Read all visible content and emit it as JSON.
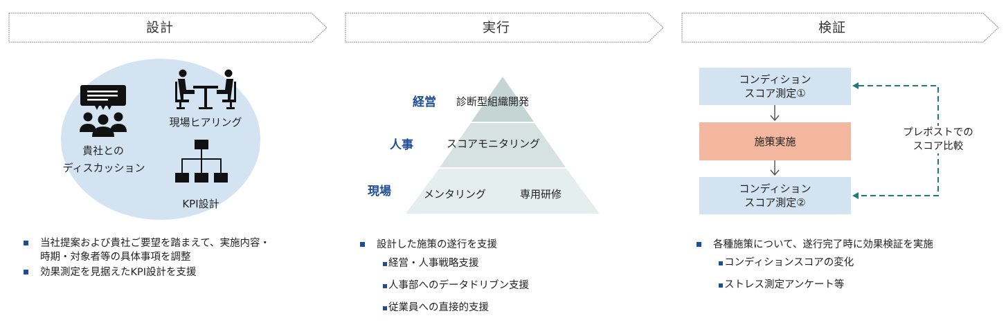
{
  "phases": [
    {
      "label": "設計"
    },
    {
      "label": "実行"
    },
    {
      "label": "検証"
    }
  ],
  "design": {
    "icons": {
      "discussion": {
        "icon": "discussion-group-icon",
        "label_line1": "貴社との",
        "label_line2": "ディスカッション"
      },
      "hearing": {
        "icon": "interview-meeting-icon",
        "label": "現場ヒアリング"
      },
      "kpi": {
        "icon": "org-chart-icon",
        "label": "KPI設計"
      }
    },
    "bullets": [
      {
        "line1": "当社提案および貴社ご要望を踏まえて、実施内容・",
        "line2": "時期・対象者等の具体事項を調整"
      },
      {
        "line1": "効果測定を見据えたKPI設計を支援"
      }
    ]
  },
  "execution": {
    "pyramid": [
      {
        "tier": "経営",
        "items": [
          "診断型組織開発"
        ]
      },
      {
        "tier": "人事",
        "items": [
          "スコアモニタリング"
        ]
      },
      {
        "tier": "現場",
        "items": [
          "メンタリング",
          "専用研修"
        ]
      }
    ],
    "bullets": {
      "main": "設計した施策の遂行を支援",
      "sub": [
        "経営・人事戦略支援",
        "人事部へのデータドリブン支援",
        "従業員への直接的支援"
      ]
    }
  },
  "verification": {
    "flow": [
      {
        "line1": "コンディション",
        "line2": "スコア測定①"
      },
      {
        "line1": "施策実施"
      },
      {
        "line1": "コンディション",
        "line2": "スコア測定②"
      }
    ],
    "compare_label": {
      "line1": "プレポストでの",
      "line2": "スコア比較"
    },
    "bullets": {
      "main": "各種施策について、遂行完了時に効果検証を実施",
      "sub": [
        "コンディションスコアの変化",
        "ストレス測定アンケート等"
      ]
    }
  },
  "colors": {
    "accent_blue": "#1f4e96",
    "light_blue": "#d4e3f2",
    "salmon": "#f3b69e",
    "teal_dashed": "#1e7b7b",
    "pyramid_top": "#c5d5d3",
    "pyramid_mid": "#d5e2e0",
    "pyramid_base": "#e4eeec"
  }
}
